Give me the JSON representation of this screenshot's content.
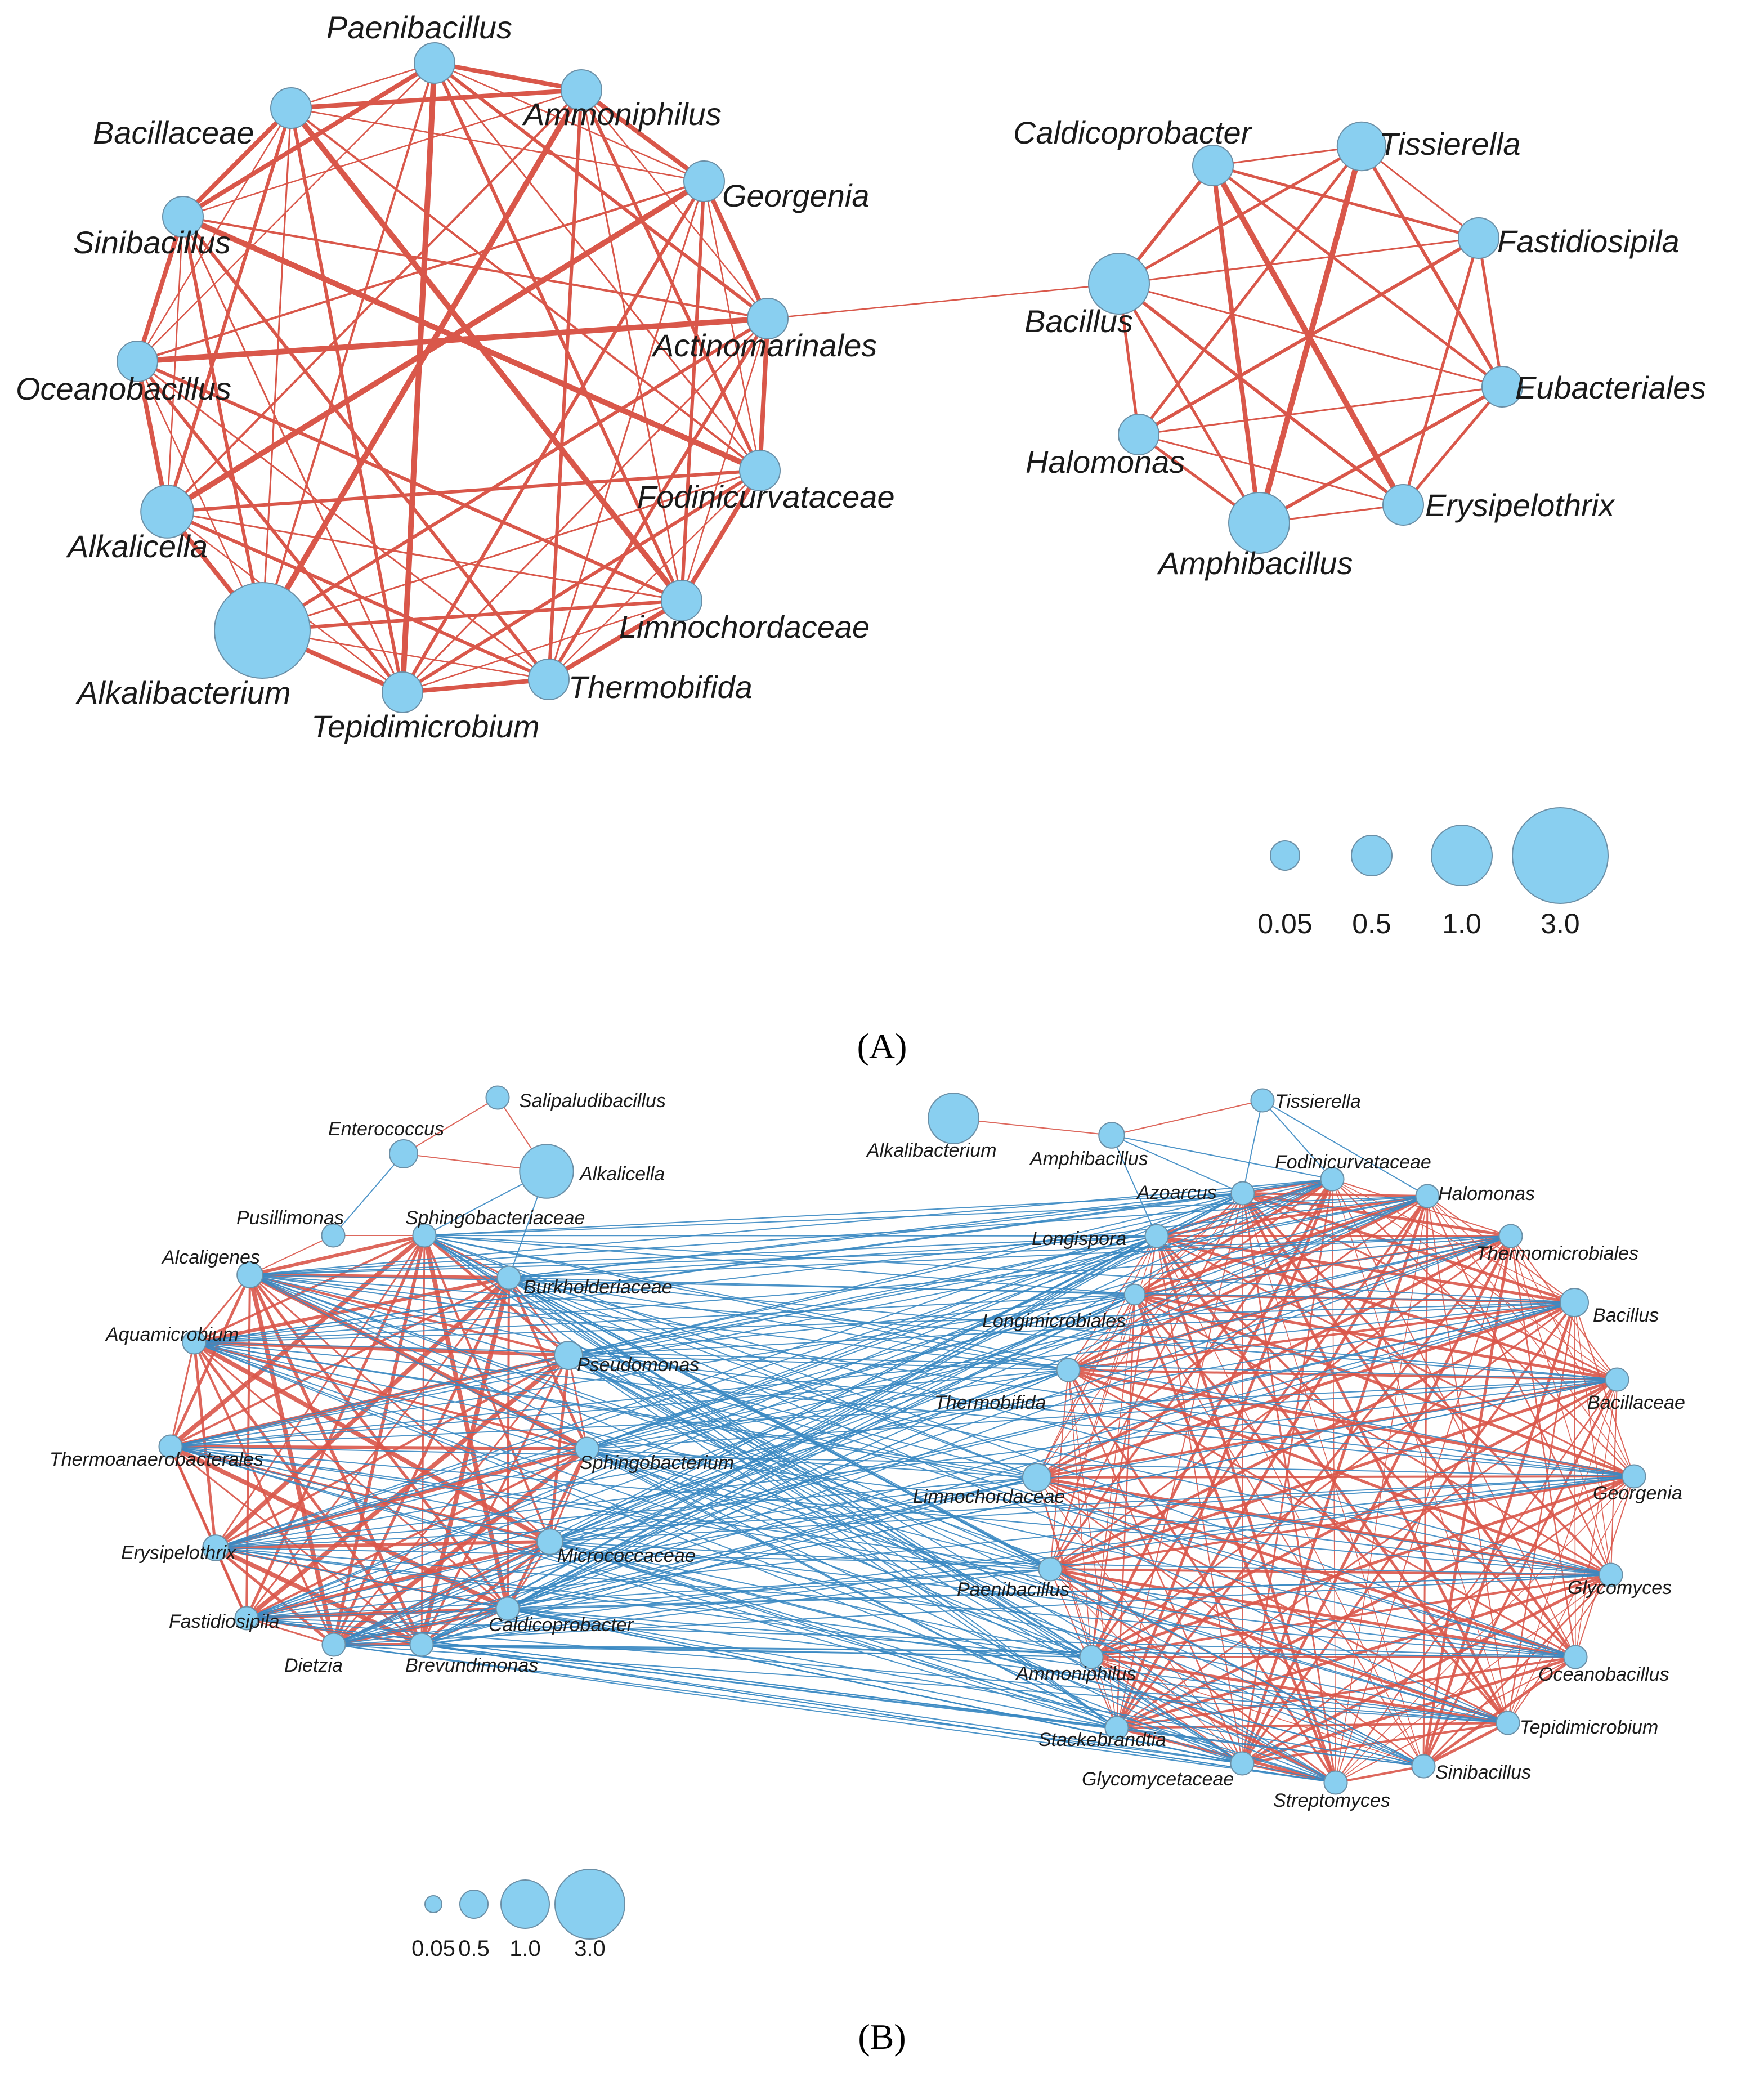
{
  "colors": {
    "node": "#89CFF0",
    "node_stroke": "#6b8fa6",
    "positive_edge": "#D9574A",
    "negative_edge": "#3A88C2"
  },
  "panels": [
    {
      "id": "A",
      "label": "(A)",
      "legend": {
        "values": [
          "0.05",
          "0.5",
          "1.0",
          "3.0"
        ]
      },
      "nodes": [
        {
          "name": "Paenibacillus",
          "size": 0.5
        },
        {
          "name": "Ammoniphilus",
          "size": 0.5
        },
        {
          "name": "Georgenia",
          "size": 0.5
        },
        {
          "name": "Actinomarinales",
          "size": 0.5
        },
        {
          "name": "Fodinicurvataceae",
          "size": 0.5
        },
        {
          "name": "Limnochordaceae",
          "size": 0.5
        },
        {
          "name": "Thermobifida",
          "size": 0.5
        },
        {
          "name": "Tepidimicrobium",
          "size": 0.5
        },
        {
          "name": "Alkalibacterium",
          "size": 3.0
        },
        {
          "name": "Alkalicella",
          "size": 0.8
        },
        {
          "name": "Oceanobacillus",
          "size": 0.5
        },
        {
          "name": "Sinibacillus",
          "size": 0.5
        },
        {
          "name": "Bacillaceae",
          "size": 0.5
        },
        {
          "name": "Caldicoprobacter",
          "size": 0.5
        },
        {
          "name": "Tissierella",
          "size": 0.7
        },
        {
          "name": "Fastidiosipila",
          "size": 0.5
        },
        {
          "name": "Bacillus",
          "size": 1.0
        },
        {
          "name": "Eubacteriales",
          "size": 0.5
        },
        {
          "name": "Halomonas",
          "size": 0.5
        },
        {
          "name": "Erysipelothrix",
          "size": 0.5
        },
        {
          "name": "Amphibacillus",
          "size": 1.0
        }
      ]
    },
    {
      "id": "B",
      "label": "(B)",
      "legend": {
        "values": [
          "0.05",
          "0.5",
          "1.0",
          "3.0"
        ]
      },
      "nodes": [
        {
          "name": "Salipaludibacillus",
          "size": 0.3
        },
        {
          "name": "Enterococcus",
          "size": 0.5
        },
        {
          "name": "Alkalicella",
          "size": 1.5
        },
        {
          "name": "Pusillimonas",
          "size": 0.3
        },
        {
          "name": "Sphingobacteriaceae",
          "size": 0.3
        },
        {
          "name": "Alcaligenes",
          "size": 0.4
        },
        {
          "name": "Burkholderiaceae",
          "size": 0.3
        },
        {
          "name": "Aquamicrobium",
          "size": 0.3
        },
        {
          "name": "Pseudomonas",
          "size": 0.5
        },
        {
          "name": "Thermoanaerobacterales",
          "size": 0.3
        },
        {
          "name": "Sphingobacterium",
          "size": 0.3
        },
        {
          "name": "Erysipelothrix",
          "size": 0.4
        },
        {
          "name": "Micrococcaceae",
          "size": 0.4
        },
        {
          "name": "Fastidiosipila",
          "size": 0.3
        },
        {
          "name": "Caldicoprobacter",
          "size": 0.3
        },
        {
          "name": "Dietzia",
          "size": 0.3
        },
        {
          "name": "Brevundimonas",
          "size": 0.3
        },
        {
          "name": "Alkalibacterium",
          "size": 1.2
        },
        {
          "name": "Amphibacillus",
          "size": 0.4
        },
        {
          "name": "Tissierella",
          "size": 0.3
        },
        {
          "name": "Fodinicurvataceae",
          "size": 0.3
        },
        {
          "name": "Azoarcus",
          "size": 0.3
        },
        {
          "name": "Halomonas",
          "size": 0.3
        },
        {
          "name": "Longispora",
          "size": 0.3
        },
        {
          "name": "Thermomicrobiales",
          "size": 0.3
        },
        {
          "name": "Longimicrobiales",
          "size": 0.2
        },
        {
          "name": "Bacillus",
          "size": 0.5
        },
        {
          "name": "Thermobifida",
          "size": 0.3
        },
        {
          "name": "Bacillaceae",
          "size": 0.3
        },
        {
          "name": "Limnochordaceae",
          "size": 0.5
        },
        {
          "name": "Georgenia",
          "size": 0.3
        },
        {
          "name": "Paenibacillus",
          "size": 0.3
        },
        {
          "name": "Glycomyces",
          "size": 0.3
        },
        {
          "name": "Ammoniphilus",
          "size": 0.3
        },
        {
          "name": "Oceanobacillus",
          "size": 0.3
        },
        {
          "name": "Stackebrandtia",
          "size": 0.3
        },
        {
          "name": "Tepidimicrobium",
          "size": 0.3
        },
        {
          "name": "Glycomycetaceae",
          "size": 0.3
        },
        {
          "name": "Streptomyces",
          "size": 0.3
        },
        {
          "name": "Sinibacillus",
          "size": 0.3
        }
      ]
    }
  ]
}
